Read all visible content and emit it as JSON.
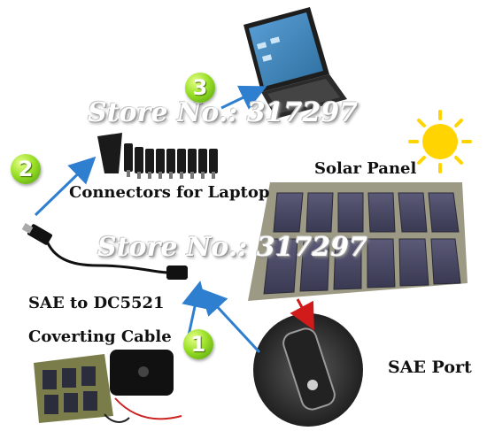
{
  "labels": {
    "solar_panel": "Solar Panel",
    "connectors": "Connectors for Laptop",
    "sae_cable_line1": "SAE to DC5521",
    "sae_cable_line2": "Coverting Cable",
    "sae_port": "SAE Port"
  },
  "watermark": {
    "text": "Store No.: 317297"
  },
  "steps": {
    "one": "1",
    "two": "2",
    "three": "3"
  },
  "colors": {
    "arrow_blue": "#2f7fd0",
    "arrow_red": "#d11a1a",
    "step_green": "#7cc51a",
    "sun_yellow": "#ffd400"
  }
}
